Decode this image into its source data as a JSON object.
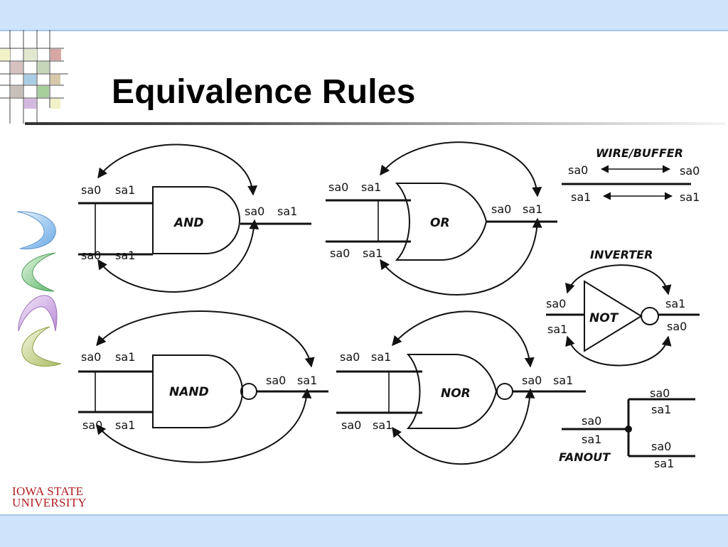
{
  "slide": {
    "title": "Equivalence Rules"
  },
  "colors": {
    "band": "#cfe3fb",
    "title": "#000000",
    "logo": "#b01c22",
    "line": "#111111"
  },
  "gates": {
    "and": {
      "name": "AND",
      "in_top": [
        "sa0",
        "sa1"
      ],
      "in_bottom": [
        "sa0",
        "sa1"
      ],
      "out": [
        "sa0",
        "sa1"
      ]
    },
    "or": {
      "name": "OR",
      "in_top": [
        "sa0",
        "sa1"
      ],
      "in_bottom": [
        "sa0",
        "sa1"
      ],
      "out": [
        "sa0",
        "sa1"
      ]
    },
    "nand": {
      "name": "NAND",
      "in_top": [
        "sa0",
        "sa1"
      ],
      "in_bottom": [
        "sa0",
        "sa1"
      ],
      "out": [
        "sa0",
        "sa1"
      ]
    },
    "nor": {
      "name": "NOR",
      "in_top": [
        "sa0",
        "sa1"
      ],
      "in_bottom": [
        "sa0",
        "sa1"
      ],
      "out": [
        "sa0",
        "sa1"
      ]
    },
    "not": {
      "name": "NOT"
    }
  },
  "wire_buffer": {
    "label": "WIRE/BUFFER",
    "left": [
      "sa0",
      "sa1"
    ],
    "right": [
      "sa0",
      "sa1"
    ]
  },
  "inverter": {
    "label": "INVERTER",
    "left": [
      "sa0",
      "sa1"
    ],
    "right": [
      "sa1",
      "sa0"
    ]
  },
  "fanout": {
    "label": "FANOUT",
    "stem": [
      "sa0",
      "sa1"
    ],
    "branch_top": [
      "sa0",
      "sa1"
    ],
    "branch_bottom": [
      "sa0",
      "sa1"
    ]
  },
  "logo": {
    "line1": "IOWA STATE",
    "line2": "UNIVERSITY"
  },
  "icons": [
    "grid-decoration-icon",
    "crescent-decoration-icon",
    "arrow-head-icon"
  ]
}
